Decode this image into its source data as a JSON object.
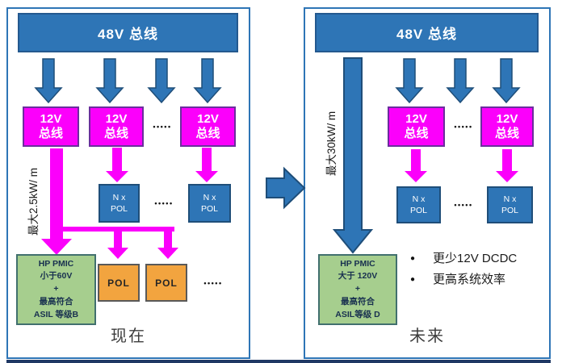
{
  "diagram": {
    "left": {
      "bus48": "48V 总线",
      "bus12_line1": "12V",
      "bus12_line2": "总线",
      "dots": "•••••",
      "max_power": "最大2.5kW/ m",
      "nxpol_line1": "N x",
      "nxpol_line2": "POL",
      "pmic": [
        "HP PMIC",
        "小于60V",
        "+",
        "最高符合",
        "ASIL 等级B"
      ],
      "pol": "POL",
      "caption": "现在"
    },
    "right": {
      "bus48": "48V 总线",
      "bus12_line1": "12V",
      "bus12_line2": "总线",
      "dots": "•••••",
      "max_power": "最大30kW/ m",
      "nxpol_line1": "N x",
      "nxpol_line2": "POL",
      "pmic": [
        "HP PMIC",
        "大于 120V",
        "+",
        "最高符合",
        "ASIL等级 D"
      ],
      "bullets": [
        "更少12V DCDC",
        "更高系统效率"
      ],
      "caption": "未来"
    },
    "colors": {
      "blue": "#2E75B6",
      "blue_dark": "#1F4E79",
      "magenta": "#FB00FB",
      "green_fill": "#A6CE8E",
      "green_border": "#41706E",
      "orange_fill": "#F2A43F",
      "orange_border": "#595959",
      "panel_border": "#2E75B6",
      "footer_navy": "#1F3864"
    }
  }
}
